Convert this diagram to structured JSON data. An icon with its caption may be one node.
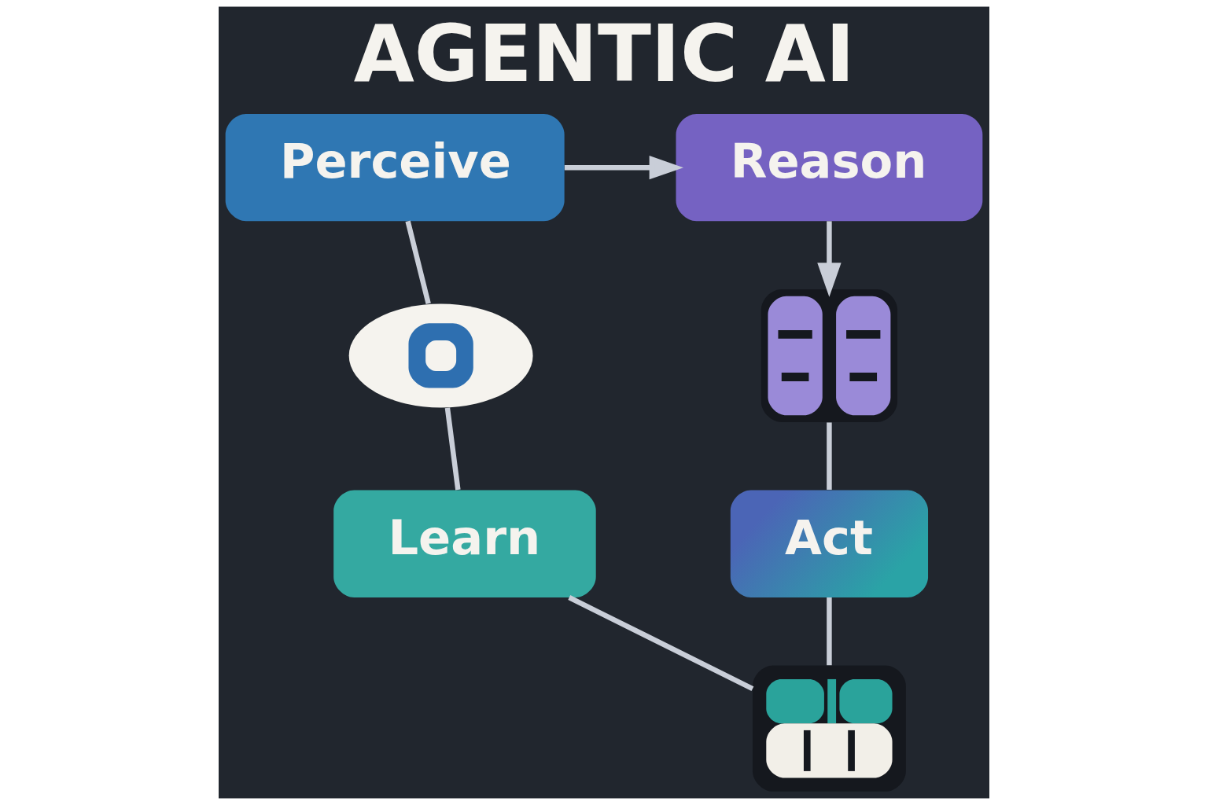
{
  "diagram": {
    "title": "AGENTIC AI",
    "nodes": [
      {
        "text": [
          "Perceive"
        ]
      },
      {
        "text": [
          "Reason"
        ]
      },
      {
        "text": [],
        "shape": "picture"
      },
      {
        "text": [
          "Act"
        ]
      },
      {
        "text": [],
        "shape": "picture"
      },
      {
        "text": [
          "Learn"
        ]
      },
      {
        "text": [],
        "shape": "picture"
      }
    ],
    "edges": [
      {
        "from": 0,
        "to": 1,
        "arrow": "to"
      },
      {
        "from": 1,
        "to": 2,
        "arrow": "to"
      },
      {
        "from": 2,
        "to": 3,
        "arrow": "none"
      },
      {
        "from": 3,
        "to": 4,
        "arrow": "none"
      },
      {
        "from": 4,
        "to": 5,
        "arrow": "none"
      },
      {
        "from": 5,
        "to": 6,
        "arrow": "none"
      },
      {
        "from": 6,
        "to": 0,
        "arrow": "none"
      }
    ]
  }
}
